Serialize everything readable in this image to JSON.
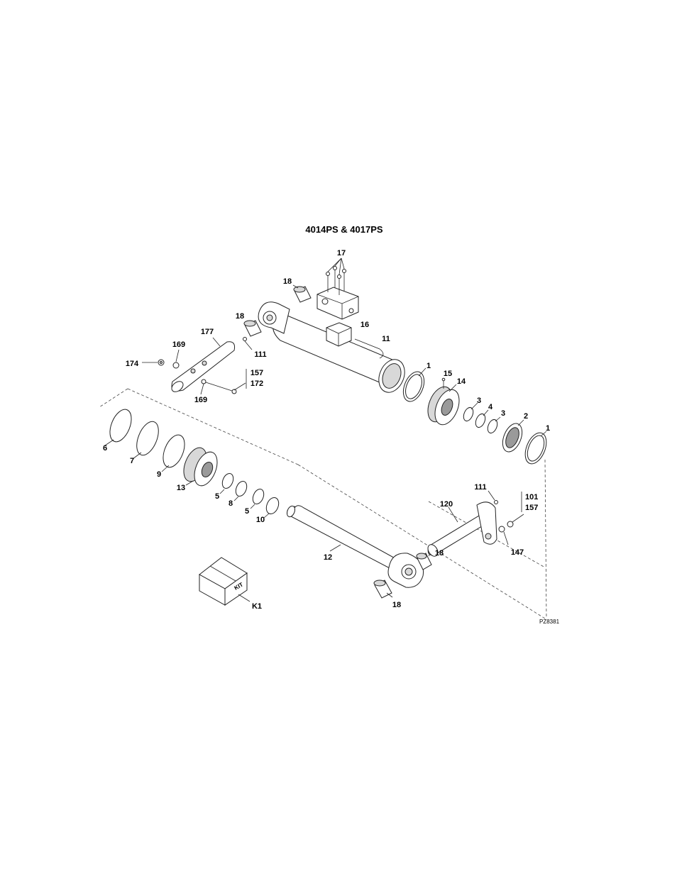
{
  "title": "4014PS & 4017PS",
  "figure_code": "PZ8381",
  "kit_text": "KIT",
  "labels": {
    "l17": "17",
    "l18a": "18",
    "l18b": "18",
    "l16": "16",
    "l11": "11",
    "l111a": "111",
    "l177": "177",
    "l169a": "169",
    "l174": "174",
    "l157a": "157",
    "l172": "172",
    "l169b": "169",
    "l1a": "1",
    "l15": "15",
    "l14": "14",
    "l3a": "3",
    "l4": "4",
    "l3b": "3",
    "l2": "2",
    "l1b": "1",
    "l6": "6",
    "l7": "7",
    "l9": "9",
    "l13": "13",
    "l5a": "5",
    "l8": "8",
    "l5b": "5",
    "l10": "10",
    "l111b": "111",
    "l101": "101",
    "l157b": "157",
    "l120": "120",
    "l147": "147",
    "l12": "12",
    "l18c": "18",
    "l18d": "18",
    "lK1": "K1"
  }
}
